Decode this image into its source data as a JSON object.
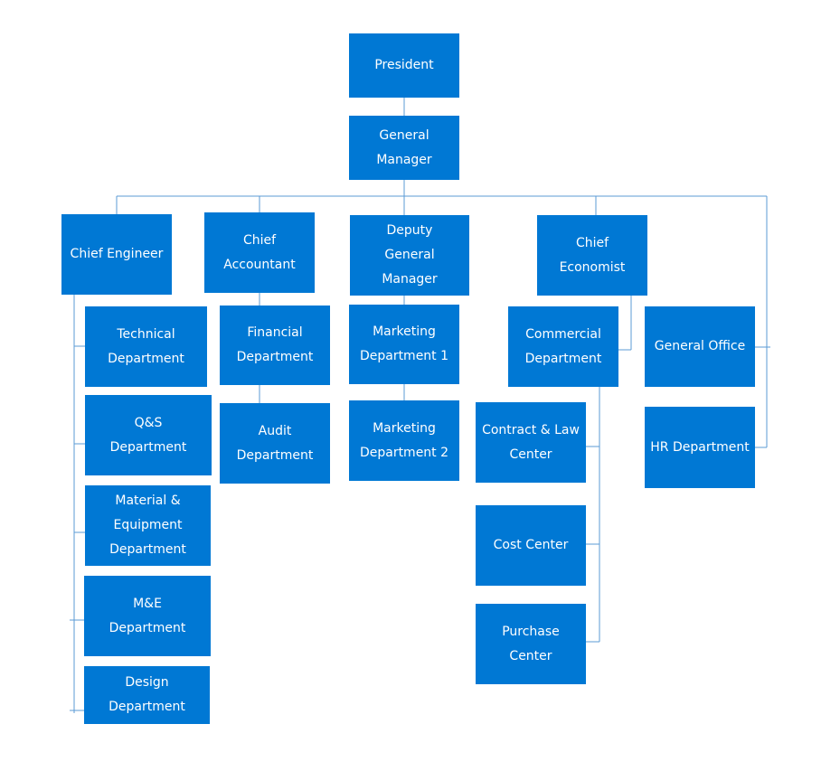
{
  "colors": {
    "box_fill": "#0078d4",
    "box_text": "#ffffff",
    "connector": "#5b9bd5",
    "background": "#ffffff"
  },
  "org_chart": {
    "nodes": {
      "president": "President",
      "general_manager": "General\nManager",
      "chief_engineer": "Chief Engineer",
      "chief_accountant": "Chief\nAccountant",
      "deputy_general_manager": "Deputy\nGeneral\nManager",
      "chief_economist": "Chief\nEconomist",
      "technical_department": "Technical\nDepartment",
      "qs_department": "Q&S\nDepartment",
      "material_equipment_department": "Material &\nEquipment\nDepartment",
      "me_department": "M&E\nDepartment",
      "design_department": "Design\nDepartment",
      "financial_department": "Financial\nDepartment",
      "audit_department": "Audit\nDepartment",
      "marketing_department_1": "Marketing\nDepartment 1",
      "marketing_department_2": "Marketing\nDepartment 2",
      "commercial_department": "Commercial\nDepartment",
      "contract_law_center": "Contract & Law\nCenter",
      "cost_center": "Cost Center",
      "purchase_center": "Purchase\nCenter",
      "general_office": "General Office",
      "hr_department": "HR Department"
    }
  }
}
